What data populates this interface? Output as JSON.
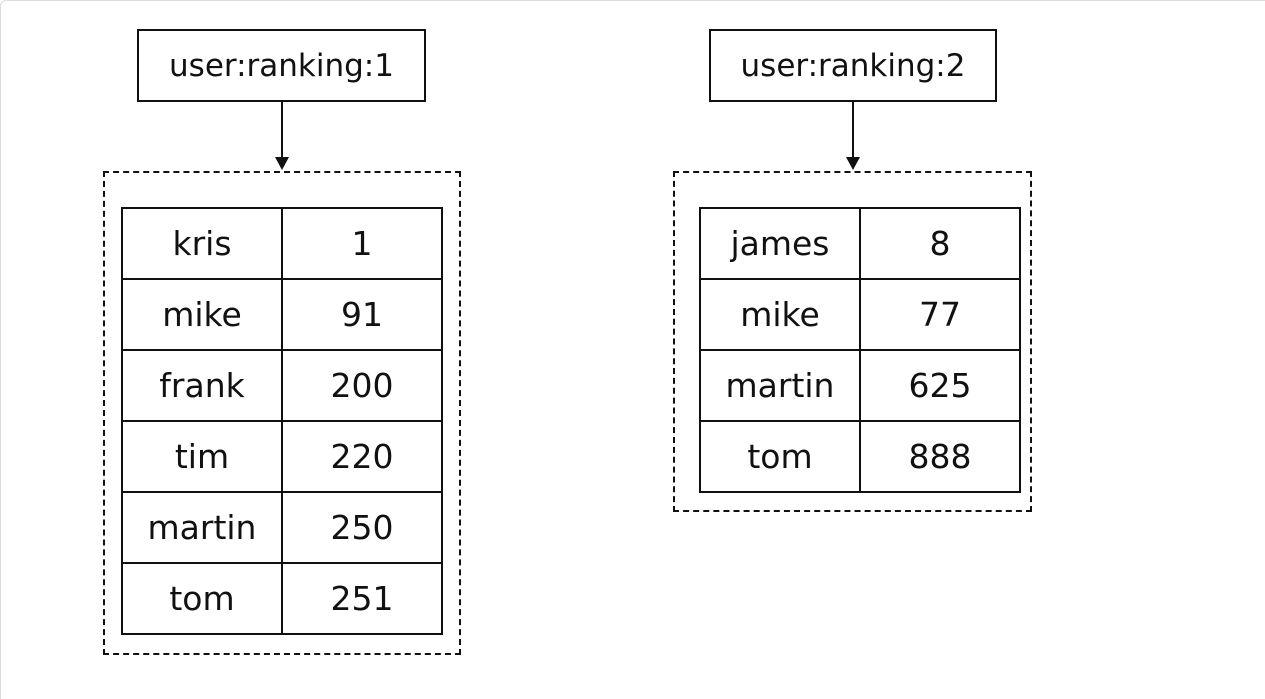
{
  "diagram": {
    "sets": [
      {
        "key": "user:ranking:1",
        "members": [
          {
            "member": "kris",
            "score": "1"
          },
          {
            "member": "mike",
            "score": "91"
          },
          {
            "member": "frank",
            "score": "200"
          },
          {
            "member": "tim",
            "score": "220"
          },
          {
            "member": "martin",
            "score": "250"
          },
          {
            "member": "tom",
            "score": "251"
          }
        ]
      },
      {
        "key": "user:ranking:2",
        "members": [
          {
            "member": "james",
            "score": "8"
          },
          {
            "member": "mike",
            "score": "77"
          },
          {
            "member": "martin",
            "score": "625"
          },
          {
            "member": "tom",
            "score": "888"
          }
        ]
      }
    ]
  }
}
